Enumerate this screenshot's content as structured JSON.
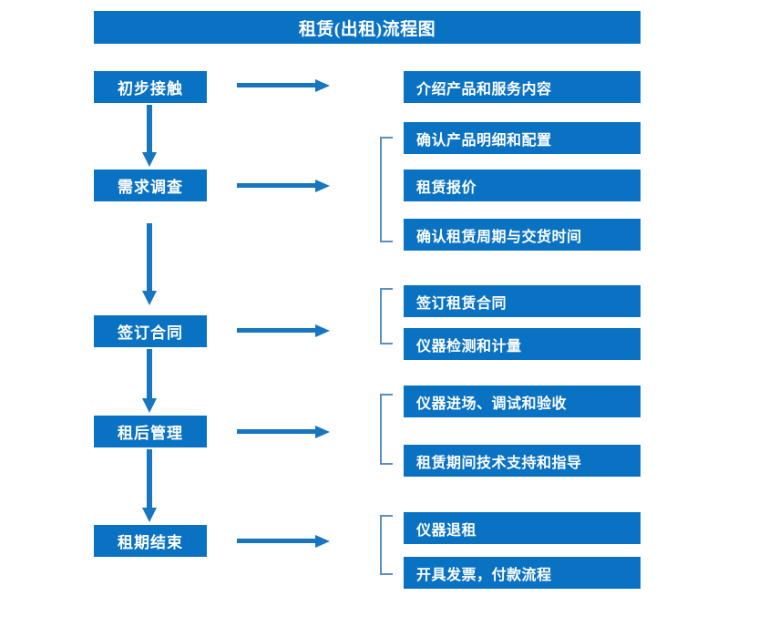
{
  "chart_data": {
    "type": "diagram",
    "title": "租赁(出租)流程图",
    "diagram_kind": "flowchart",
    "orientation": "vertical-stages-with-horizontal-task-branches",
    "accent_color": "#0a72c2",
    "bracket_color": "#5b8fc0",
    "text_color": "#ffffff",
    "background": "#ffffff",
    "stages": [
      {
        "label": "初步接触",
        "tasks": [
          "介绍产品和服务内容"
        ]
      },
      {
        "label": "需求调查",
        "tasks": [
          "确认产品明细和配置",
          "租赁报价",
          "确认租赁周期与交货时间"
        ]
      },
      {
        "label": "签订合同",
        "tasks": [
          "签订租赁合同",
          "仪器检测和计量"
        ]
      },
      {
        "label": "租后管理",
        "tasks": [
          "仪器进场、调试和验收",
          "租赁期间技术支持和指导"
        ]
      },
      {
        "label": "租期结束",
        "tasks": [
          "仪器退租",
          "开具发票，付款流程"
        ]
      }
    ]
  },
  "header": {
    "title": "租赁(出租)流程图"
  },
  "stages": [
    {
      "label": "初步接触"
    },
    {
      "label": "需求调查"
    },
    {
      "label": "签订合同"
    },
    {
      "label": "租后管理"
    },
    {
      "label": "租期结束"
    }
  ],
  "tasks": [
    {
      "label": "介绍产品和服务内容"
    },
    {
      "label": "确认产品明细和配置"
    },
    {
      "label": "租赁报价"
    },
    {
      "label": "确认租赁周期与交货时间"
    },
    {
      "label": "签订租赁合同"
    },
    {
      "label": "仪器检测和计量"
    },
    {
      "label": "仪器进场、调试和验收"
    },
    {
      "label": "租赁期间技术支持和指导"
    },
    {
      "label": "仪器退租"
    },
    {
      "label": "开具发票，付款流程"
    }
  ],
  "connectors": {
    "horizontal_arrow_icon": "arrow-right-icon",
    "vertical_arrow_icon": "arrow-down-icon",
    "bracket_icon": "group-bracket-icon"
  }
}
